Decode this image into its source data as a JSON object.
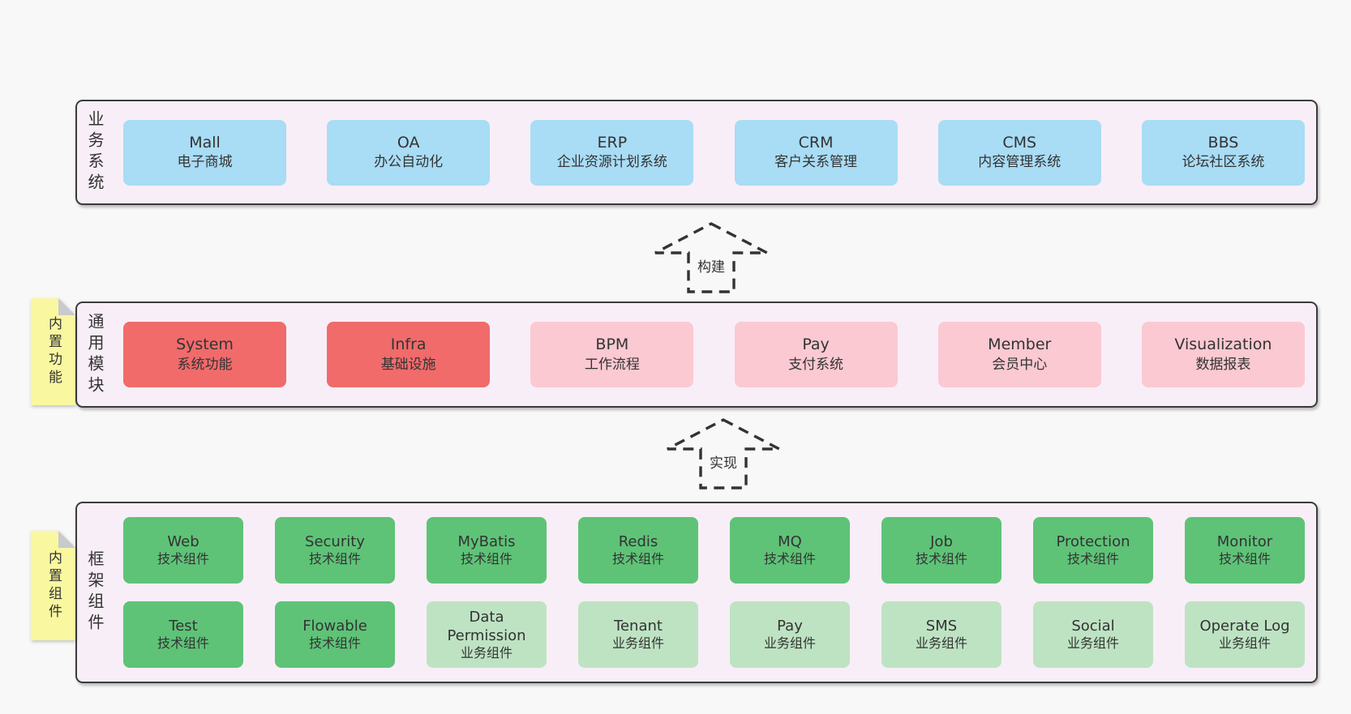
{
  "background": "#f8f8f8",
  "colors": {
    "container_fill": "#f8eef7",
    "container_border": "#3b3b3b",
    "blue_box": "#a9dcf5",
    "red_box": "#f16b6b",
    "pink_box": "#fbc9d2",
    "green_box": "#5ec377",
    "light_green_box": "#bee3c3",
    "sticky_yellow": "#f9f7a0",
    "sticky_fold_gray": "#c9cacd",
    "text": "#333333"
  },
  "arrows": [
    {
      "label": "构建"
    },
    {
      "label": "实现"
    }
  ],
  "layers": [
    {
      "label": "业务系统",
      "boxes": [
        {
          "title": "Mall",
          "subtitle": "电子商城"
        },
        {
          "title": "OA",
          "subtitle": "办公自动化"
        },
        {
          "title": "ERP",
          "subtitle": "企业资源计划系统"
        },
        {
          "title": "CRM",
          "subtitle": "客户关系管理"
        },
        {
          "title": "CMS",
          "subtitle": "内容管理系统"
        },
        {
          "title": "BBS",
          "subtitle": "论坛社区系统"
        }
      ]
    },
    {
      "label": "通用模块",
      "sticky": "内置功能",
      "boxes": [
        {
          "title": "System",
          "subtitle": "系统功能"
        },
        {
          "title": "Infra",
          "subtitle": "基础设施"
        },
        {
          "title": "BPM",
          "subtitle": "工作流程"
        },
        {
          "title": "Pay",
          "subtitle": "支付系统"
        },
        {
          "title": "Member",
          "subtitle": "会员中心"
        },
        {
          "title": "Visualization",
          "subtitle": "数据报表"
        }
      ]
    },
    {
      "label": "框架组件",
      "sticky": "内置组件",
      "rows": [
        [
          {
            "title": "Web",
            "subtitle": "技术组件"
          },
          {
            "title": "Security",
            "subtitle": "技术组件"
          },
          {
            "title": "MyBatis",
            "subtitle": "技术组件"
          },
          {
            "title": "Redis",
            "subtitle": "技术组件"
          },
          {
            "title": "MQ",
            "subtitle": "技术组件"
          },
          {
            "title": "Job",
            "subtitle": "技术组件"
          },
          {
            "title": "Protection",
            "subtitle": "技术组件"
          },
          {
            "title": "Monitor",
            "subtitle": "技术组件"
          }
        ],
        [
          {
            "title": "Test",
            "subtitle": "技术组件"
          },
          {
            "title": "Flowable",
            "subtitle": "技术组件"
          },
          {
            "title": "Data Permission",
            "subtitle": "业务组件"
          },
          {
            "title": "Tenant",
            "subtitle": "业务组件"
          },
          {
            "title": "Pay",
            "subtitle": "业务组件"
          },
          {
            "title": "SMS",
            "subtitle": "业务组件"
          },
          {
            "title": "Social",
            "subtitle": "业务组件"
          },
          {
            "title": "Operate Log",
            "subtitle": "业务组件"
          }
        ]
      ]
    }
  ]
}
